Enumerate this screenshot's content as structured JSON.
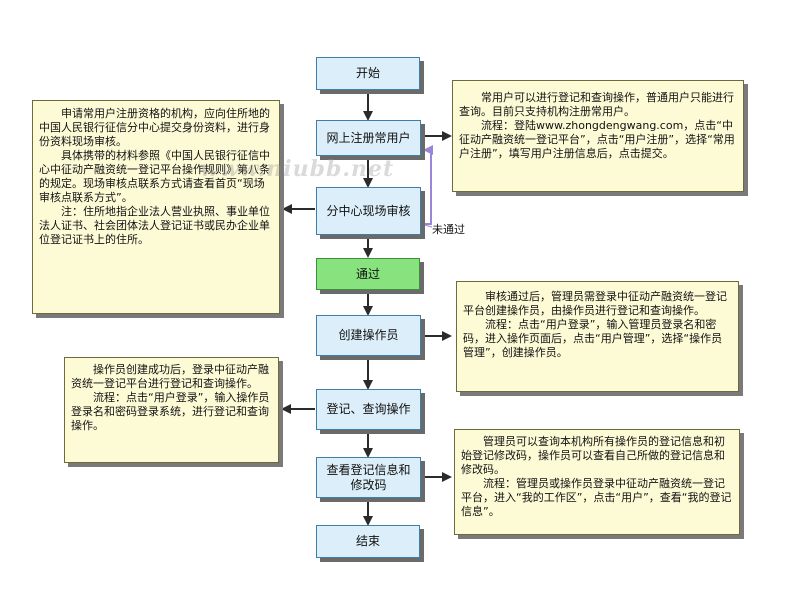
{
  "nodes": {
    "start": "开始",
    "register": "网上注册常用户",
    "review": "分中心现场审核",
    "pass": "通过",
    "create_operator": "创建操作员",
    "register_query": "登记、查询操作",
    "view_info_line1": "查看登记信息和",
    "view_info_line2": "修改码",
    "end": "结束"
  },
  "edge_labels": {
    "not_passed": "未通过"
  },
  "notes": {
    "register_note": {
      "p1": "常用户可以进行登记和查询操作，普通用户只能进行查询。目前只支持机构注册常用户。",
      "p2": "流程：登陆www.zhongdengwang.com，点击“中征动产融资统一登记平台”，点击“用户注册”，选择“常用户注册”，填写用户注册信息后，点击提交。"
    },
    "review_note": {
      "p1": "申请常用户注册资格的机构，应向住所地的中国人民银行征信分中心提交身份资料，进行身份资料现场审核。",
      "p2": "具体携带的材料参照《中国人民银行征信中心中征动产融资统一登记平台操作规则》第八条的规定。现场审核点联系方式请查看首页“现场审核点联系方式”。",
      "p3": "注：住所地指企业法人营业执照、事业单位法人证书、社会团体法人登记证书或民办企业单位登记证书上的住所。"
    },
    "create_note": {
      "p1": "审核通过后，管理员需登录中征动产融资统一登记平台创建操作员，由操作员进行登记和查询操作。",
      "p2": "流程：点击“用户登录”，输入管理员登录名和密码，进入操作页面后，点击“用户管理”，选择“操作员管理”，创建操作员。"
    },
    "operate_note": {
      "p1": "操作员创建成功后，登录中征动产融资统一登记平台进行登记和查询操作。",
      "p2": "流程：点击“用户登录”，输入操作员登录名和密码登录系统，进行登记和查询操作。"
    },
    "view_note": {
      "p1": "管理员可以查询本机构所有操作员的登记信息和初始登记修改码，操作员可以查看自己所做的登记信息和修改码。",
      "p2": "流程：管理员或操作员登录中征动产融资统一登记平台，进入“我的工作区”，点击“用户”，查看“我的登记信息”。"
    }
  },
  "watermark": "www.niubb.net",
  "colors": {
    "node_fill": "#dbeef9",
    "pass_fill": "#88e27e",
    "note_fill": "#fdfbd6",
    "arrow": "#2b2b2b",
    "feedback_arrow": "#9a86d8"
  }
}
